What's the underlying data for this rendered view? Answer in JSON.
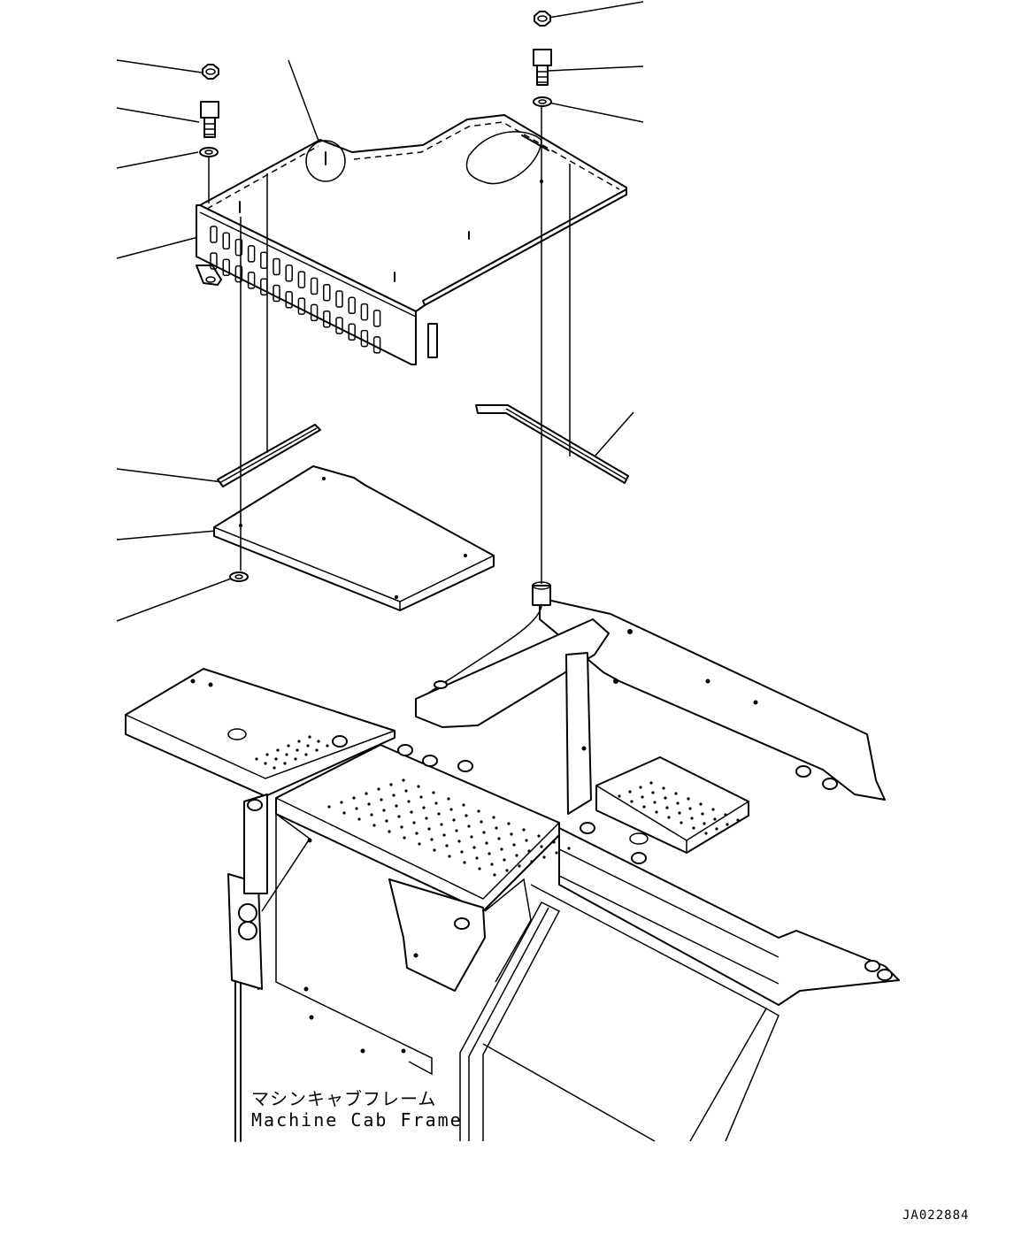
{
  "frame_label": {
    "japanese": "マシンキャブフレーム",
    "english": "Machine Cab Frame"
  },
  "drawing_number": "JA022884"
}
